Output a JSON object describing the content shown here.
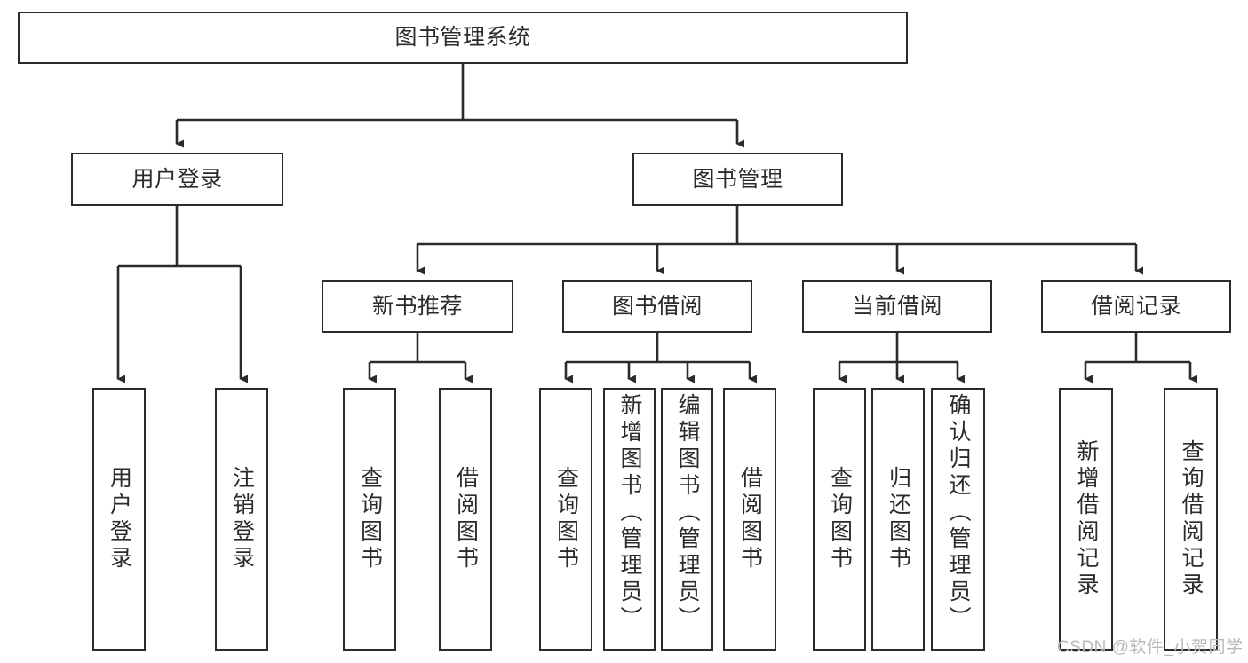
{
  "diagram": {
    "title": "图书管理系统",
    "type": "tree-hierarchy",
    "nodes": {
      "root": {
        "label": "图书管理系统"
      },
      "level2": [
        {
          "id": "user-login",
          "label": "用户登录"
        },
        {
          "id": "book-management",
          "label": "图书管理"
        }
      ],
      "level3": [
        {
          "id": "new-book-recommend",
          "label": "新书推荐"
        },
        {
          "id": "book-borrow",
          "label": "图书借阅"
        },
        {
          "id": "current-borrow",
          "label": "当前借阅"
        },
        {
          "id": "borrow-record",
          "label": "借阅记录"
        }
      ],
      "leaves": {
        "user-login": [
          {
            "id": "leaf-user-login",
            "label": "用户登录"
          },
          {
            "id": "leaf-user-logout",
            "label": "注销登录"
          }
        ],
        "new-book-recommend": [
          {
            "id": "leaf-query-book-1",
            "label": "查询图书"
          },
          {
            "id": "leaf-borrow-book-1",
            "label": "借阅图书"
          }
        ],
        "book-borrow": [
          {
            "id": "leaf-query-book-2",
            "label": "查询图书"
          },
          {
            "id": "leaf-add-book",
            "label": "新增图书（管理员）"
          },
          {
            "id": "leaf-edit-book",
            "label": "编辑图书（管理员）"
          },
          {
            "id": "leaf-borrow-book-2",
            "label": "借阅图书"
          }
        ],
        "current-borrow": [
          {
            "id": "leaf-query-book-3",
            "label": "查询图书"
          },
          {
            "id": "leaf-return-book",
            "label": "归还图书"
          },
          {
            "id": "leaf-confirm-return",
            "label": "确认归还（管理员）"
          }
        ],
        "borrow-record": [
          {
            "id": "leaf-add-record",
            "label": "新增借阅记录"
          },
          {
            "id": "leaf-query-record",
            "label": "查询借阅记录"
          }
        ]
      }
    },
    "watermark": "CSDN @软件_小贺同学",
    "colors": {
      "border": "#2b2b2b",
      "background": "#ffffff",
      "text": "#2b2b2b",
      "watermark": "#b9b9b9"
    }
  }
}
